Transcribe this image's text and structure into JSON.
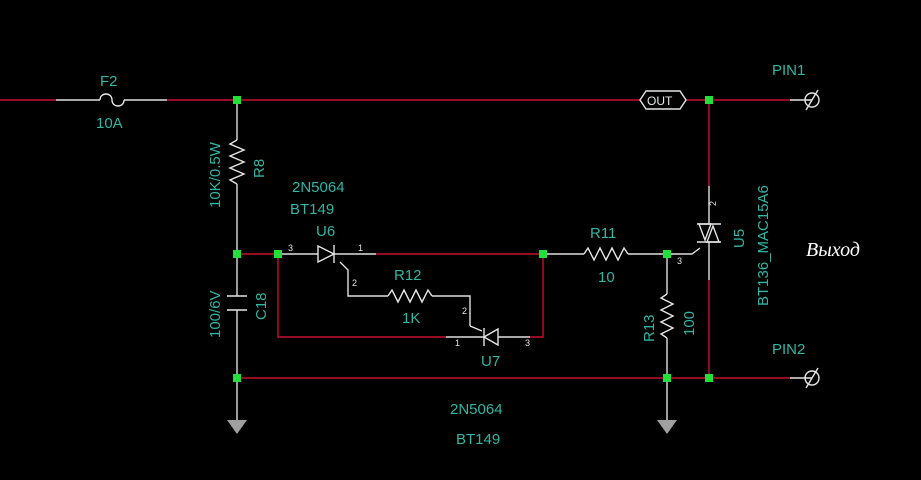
{
  "components": {
    "fuse": {
      "ref": "F2",
      "value": "10A"
    },
    "r8": {
      "ref": "R8",
      "value": "10K/0.5W"
    },
    "c18": {
      "ref": "C18",
      "value": "100/6V"
    },
    "u6": {
      "ref": "U6",
      "part": "2N5064",
      "alt": "BT149",
      "pin_gate": "2",
      "pin_anode": "3",
      "pin_cathode": "1"
    },
    "u7": {
      "ref": "U7",
      "pin_gate": "2",
      "pin_left": "1",
      "pin_right": "3"
    },
    "u7_part": {
      "part": "2N5064",
      "alt": "BT149"
    },
    "r12": {
      "ref": "R12",
      "value": "1K"
    },
    "r11": {
      "ref": "R11",
      "value": "10"
    },
    "r13": {
      "ref": "R13",
      "value": "100"
    },
    "u5": {
      "ref": "U5",
      "part": "BT136_MAC15A6",
      "pin_gate": "3",
      "pin_top": "2"
    }
  },
  "net_label": "OUT",
  "connectors": {
    "pin1": "PIN1",
    "pin2": "PIN2"
  },
  "annotation": "Выход",
  "colors": {
    "background": "#000000",
    "wire": "#c8102e",
    "label": "#2fb6a4",
    "junction": "#22e03a"
  }
}
